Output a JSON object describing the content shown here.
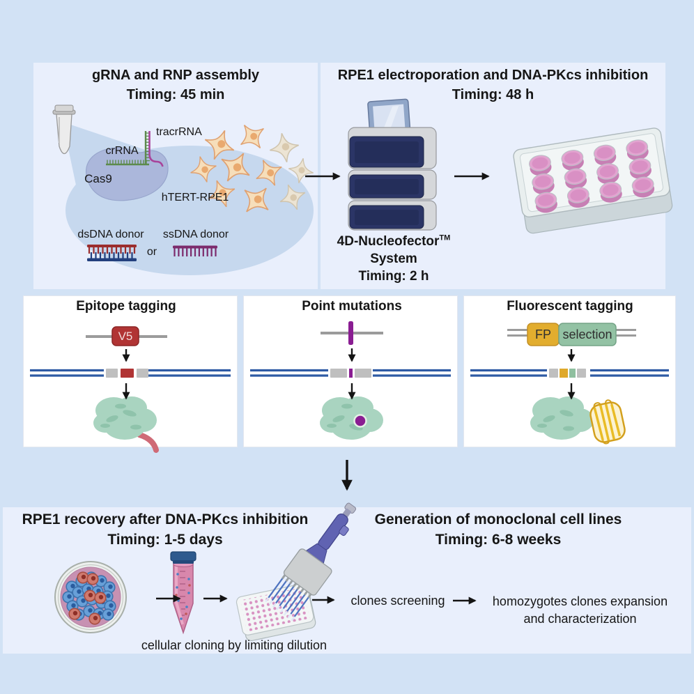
{
  "top_left": {
    "title": "gRNA and RNP assembly",
    "timing": "Timing: 45 min",
    "tracrrna_label": "tracrRNA",
    "crrna_label": "crRNA",
    "cas9_label": "Cas9",
    "cells_label": "hTERT-RPE1",
    "dsdna_label": "dsDNA donor",
    "or_label": "or",
    "ssdna_label": "ssDNA donor"
  },
  "top_right": {
    "title": "RPE1 electroporation and DNA-PKcs inhibition",
    "timing": "Timing: 48 h",
    "device": "4D-Nucleofector",
    "device_tm": "TM",
    "device_line2": "System",
    "device_timing": "Timing: 2 h"
  },
  "cards": {
    "epitope": {
      "title": "Epitope tagging",
      "tag": "V5"
    },
    "point": {
      "title": "Point mutations"
    },
    "fluorescent": {
      "title": "Fluorescent tagging",
      "fp": "FP",
      "selection": "selection"
    }
  },
  "bottom": {
    "left_title": "RPE1 recovery after DNA-PKcs inhibition",
    "left_timing": "Timing: 1-5 days",
    "right_title": "Generation of monoclonal cell lines",
    "right_timing": "Timing: 6-8 weeks",
    "caption": "cellular cloning by limiting dilution",
    "step_screening": "clones screening",
    "step_expansion_line1": "homozygotes clones expansion",
    "step_expansion_line2": "and characterization"
  },
  "colors": {
    "background": "#d2e2f5",
    "panel": "#e9effc",
    "card": "#ffffff",
    "dna_blue": "#2e5aa4",
    "v5_red": "#b13434",
    "fp_yellow": "#e2ad2e",
    "selection_green": "#93c2a4",
    "mutation_purple": "#8a1d92",
    "protein_green": "#a9d4c0",
    "crrna_green": "#5c8a4c",
    "tracrrna_magenta": "#a8439a",
    "arrow_black": "#141414"
  }
}
